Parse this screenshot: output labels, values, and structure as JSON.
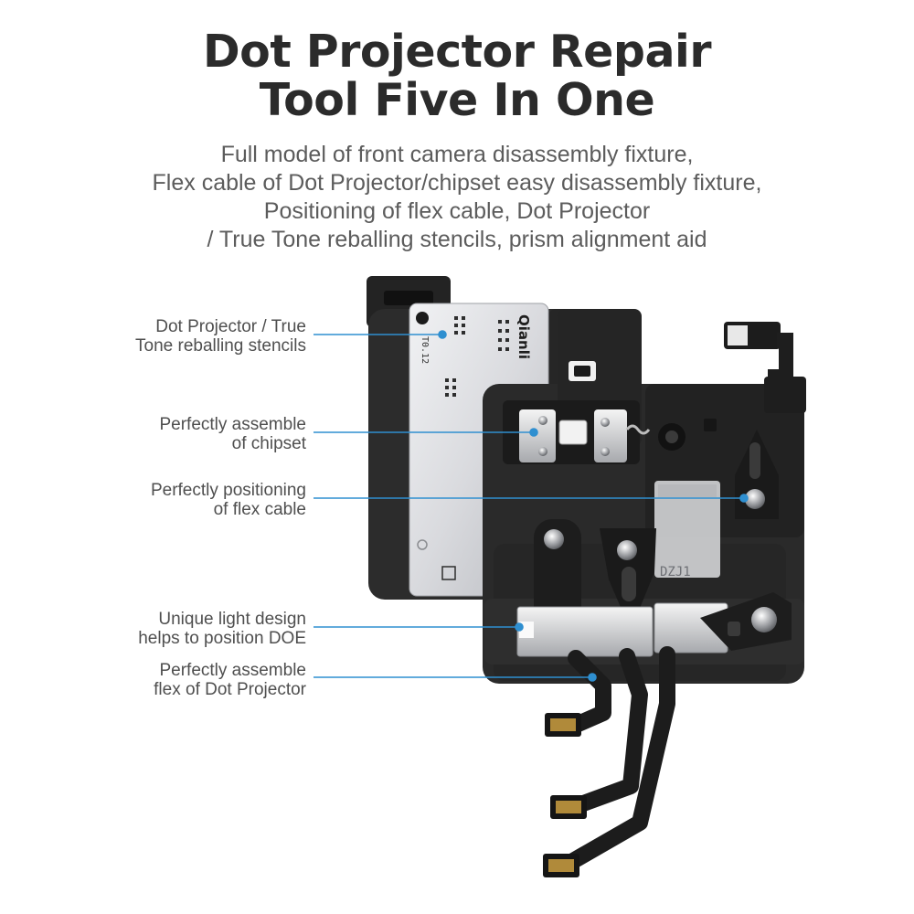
{
  "heading": {
    "line1": "Dot Projector Repair",
    "line2": "Tool Five In One"
  },
  "description": [
    "Full model of front camera disassembly fixture,",
    "Flex cable of Dot Projector/chipset easy disassembly fixture,",
    "Positioning of flex cable, Dot Projector",
    "/ True Tone reballing stencils, prism alignment aid"
  ],
  "callouts": [
    {
      "line1": "Dot Projector / True",
      "line2": "Tone reballing stencils"
    },
    {
      "line1": "Perfectly assemble",
      "line2": "of chipset"
    },
    {
      "line1": "Perfectly positioning",
      "line2": "of flex cable"
    },
    {
      "line1": "Unique light design",
      "line2": "helps to position DOE"
    },
    {
      "line1": "Perfectly assemble",
      "line2": "flex of Dot Projector"
    }
  ],
  "product_markings": {
    "stencil_brand": "Qianli",
    "stencil_code": "T0.12",
    "fixture_model": "DZJ1"
  },
  "colors": {
    "heading": "#2b2b2b",
    "body_text": "#5c5c5c",
    "callout_line": "#2f8fd0",
    "fixture_body": "#2a2a2a",
    "stencil": "#dcdde0"
  }
}
